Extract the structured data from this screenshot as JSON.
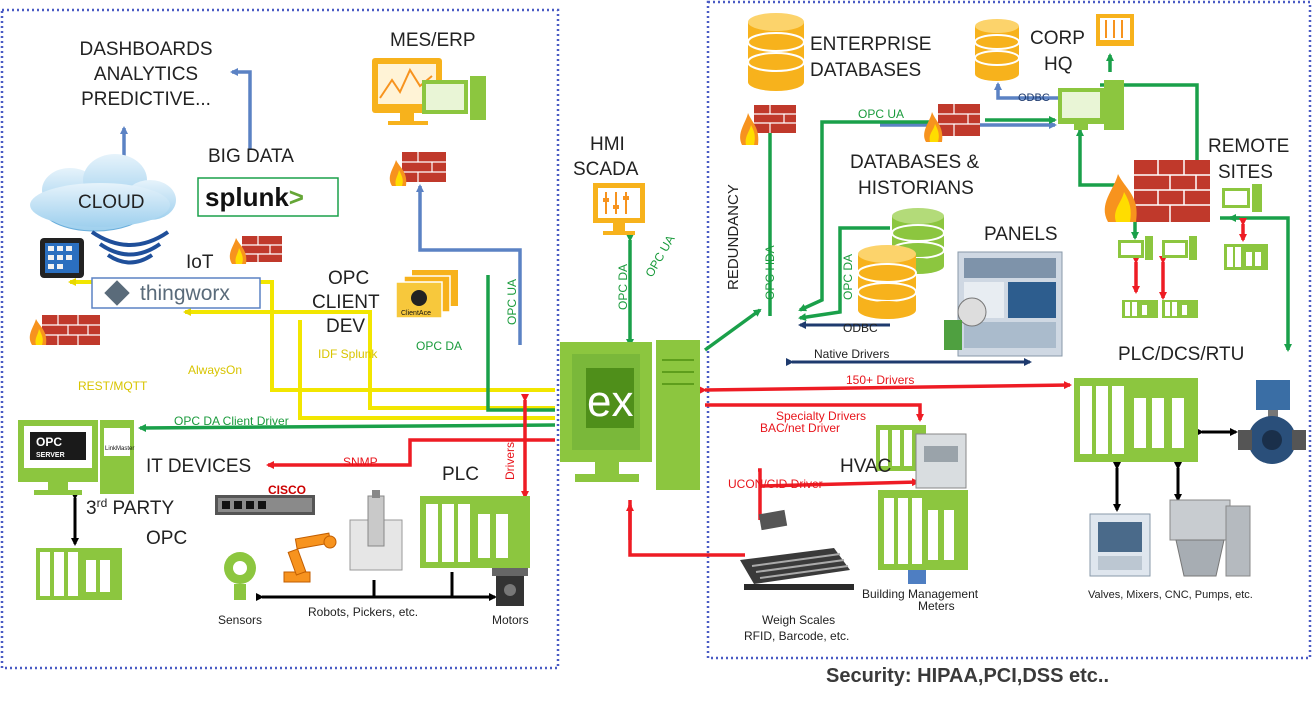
{
  "colors": {
    "green_device": "#8cc63f",
    "green_dark": "#5e9e1c",
    "green_line": "#1aa04a",
    "red_line": "#ee1c24",
    "yellow_line": "#f2e600",
    "blue_line": "#5b82c4",
    "navy_line": "#1e3a6e",
    "db_orange": "#f7b21c",
    "firewall_red": "#c0392b",
    "zone_border": "#4a5bc4"
  },
  "left": {
    "dashboards": [
      "DASHBOARDS",
      "ANALYTICS",
      "PREDICTIVE..."
    ],
    "big_data": "BIG DATA",
    "cloud": "CLOUD",
    "splunk": "splunk>",
    "iot": "IoT",
    "thingworx": "thingworx",
    "opc_client": [
      "OPC",
      "CLIENT",
      "DEV"
    ],
    "mes_erp": "MES/ERP",
    "opc_ua": "OPC UA",
    "opc_da": "OPC DA",
    "idf_splunk": "IDF Splunk",
    "always_on": "AlwaysOn",
    "rest_mqtt": "REST/MQTT",
    "client_ace": "ClientAce",
    "opc_da_client_driver": "OPC DA Client Driver",
    "opc_server": "OPC SERVER",
    "link_master": "LinkMaster",
    "it_devices": "IT DEVICES",
    "snmp": "SNMP",
    "cisco": "CISCO",
    "plc": "PLC",
    "drivers": "Drivers",
    "third_party_pre": "3",
    "third_party_sup": "rd",
    "third_party_post": " PARTY",
    "opc": "OPC",
    "sensors": "Sensors",
    "robots": "Robots, Pickers, etc.",
    "motors": "Motors"
  },
  "center": {
    "hmi": [
      "HMI",
      "SCADA"
    ],
    "opc_da": "OPC DA",
    "opc_ua": "OPC UA",
    "ex": "ex"
  },
  "right": {
    "enterprise_db": [
      "ENTERPRISE",
      "DATABASES"
    ],
    "corp_hq": [
      "CORP",
      "HQ"
    ],
    "odbc_top": "ODBC",
    "opc_ua": "OPC UA",
    "redundancy": "REDUNDANCY",
    "opc_hda": "OPC HDA",
    "databases_historians": [
      "DATABASES &",
      "HISTORIANS"
    ],
    "opc_da": "OPC DA",
    "odbc": "ODBC",
    "native_drivers": "Native Drivers",
    "panels": "PANELS",
    "remote_sites": [
      "REMOTE",
      "SITES"
    ],
    "plc_dcs_rtu": "PLC/DCS/RTU",
    "drivers_150": "150+ Drivers",
    "specialty": "Specialty Drivers",
    "bacnet": "BAC/net Driver",
    "hvac": "HVAC",
    "ucon": "UCON/CID Driver",
    "weigh": [
      "Weigh Scales",
      "RFID, Barcode, etc."
    ],
    "building": [
      "Building Management",
      "Meters"
    ],
    "valves": "Valves, Mixers, CNC, Pumps, etc."
  },
  "security": "Security: HIPAA,PCI,DSS etc.."
}
